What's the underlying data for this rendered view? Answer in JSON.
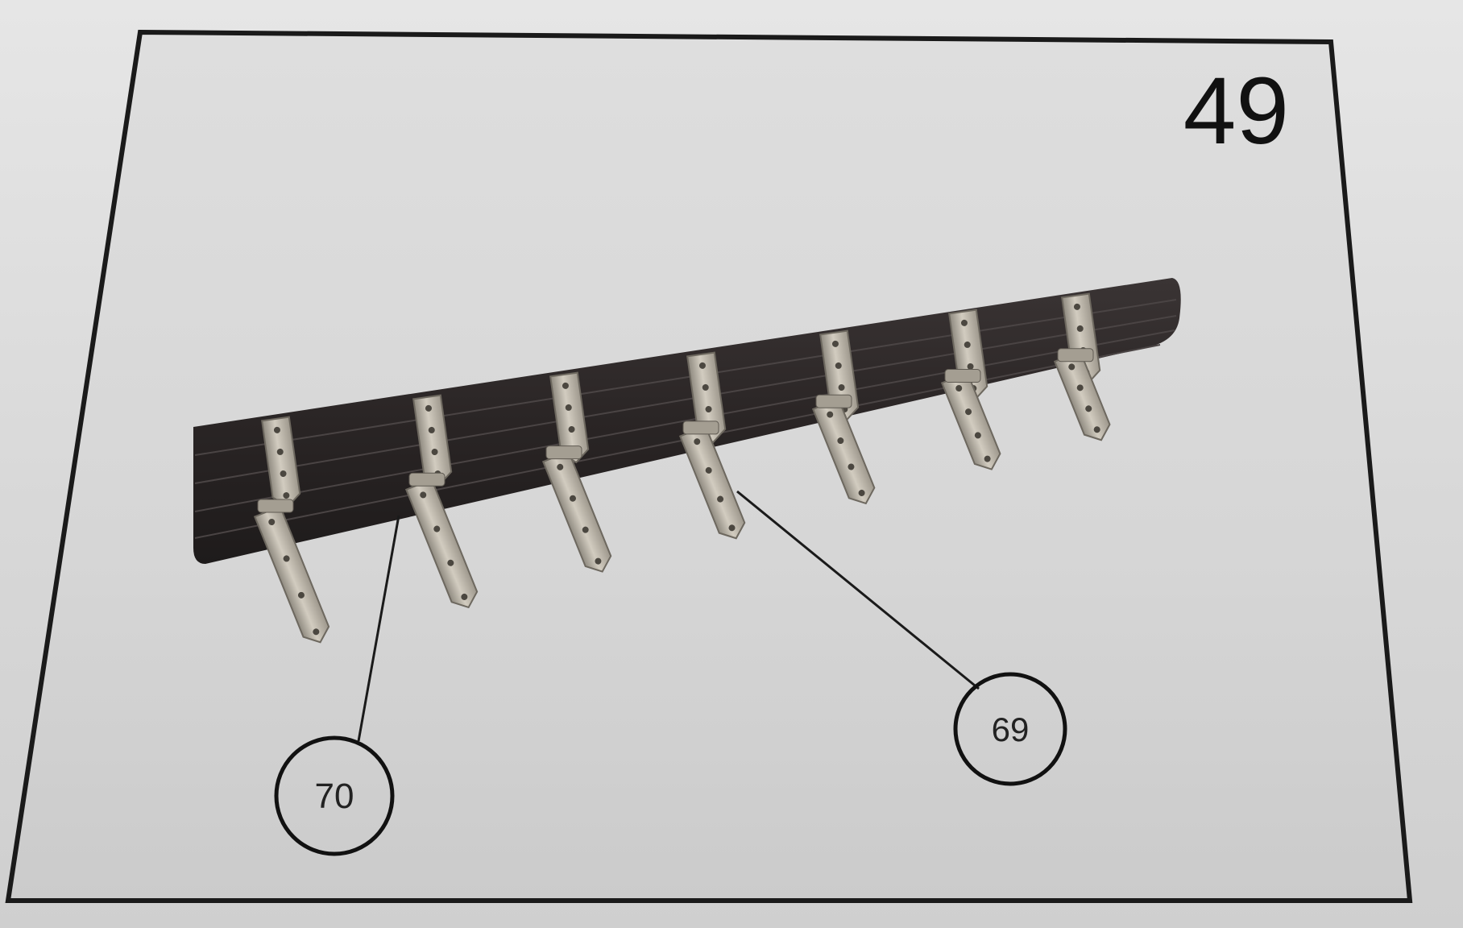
{
  "figure": {
    "step_number": "49",
    "callouts": [
      {
        "label": "70",
        "target": "hinge-strap-lower"
      },
      {
        "label": "69",
        "target": "pintle-strap"
      }
    ]
  },
  "colors": {
    "frame": "#1a1a1a",
    "rudder_wood": "#2b2727",
    "hinge_metal": "#b9b3a6"
  },
  "hinges": {
    "count": 7
  }
}
